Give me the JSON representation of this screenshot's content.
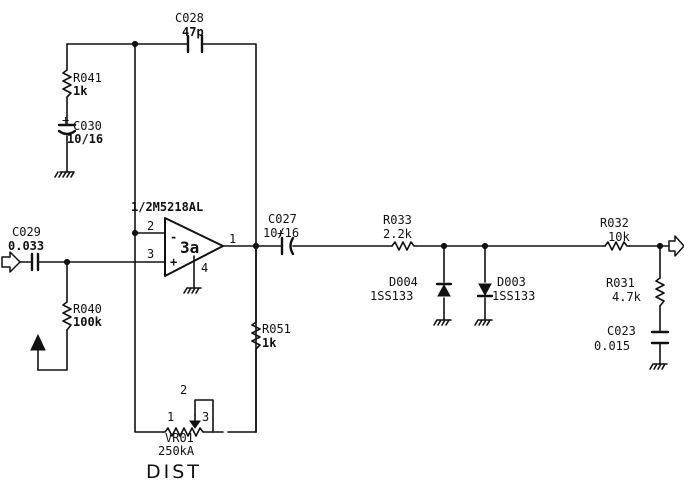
{
  "components": {
    "c028": {
      "ref": "C028",
      "value": "47p"
    },
    "r041": {
      "ref": "R041",
      "value": "1k"
    },
    "c030": {
      "ref": "C030",
      "value": "10/16"
    },
    "ic": {
      "part": "1/2M5218AL",
      "unit": "3a",
      "pin_inv": "2",
      "pin_noninv": "3",
      "pin_out": "1",
      "pin_gnd": "4",
      "minus": "-",
      "plus": "+"
    },
    "c029": {
      "ref": "C029",
      "value": "0.033"
    },
    "r040": {
      "ref": "R040",
      "value": "100k"
    },
    "c027": {
      "ref": "C027",
      "value": "10/16"
    },
    "r033": {
      "ref": "R033",
      "value": "2.2k"
    },
    "d004": {
      "ref": "D004",
      "value": "1SS133"
    },
    "d003": {
      "ref": "D003",
      "value": "1SS133"
    },
    "r032": {
      "ref": "R032",
      "value": "10k"
    },
    "r031": {
      "ref": "R031",
      "value": "4.7k"
    },
    "c023": {
      "ref": "C023",
      "value": "0.015"
    },
    "r051": {
      "ref": "R051",
      "value": "1k"
    },
    "vr01": {
      "ref": "VR01",
      "value": "250kA",
      "pin1": "1",
      "pin2": "2",
      "pin3": "3",
      "name": "DIST"
    }
  },
  "icons": [
    "input-arrow-icon",
    "output-arrow-icon",
    "ground-icon",
    "up-arrow-icon"
  ],
  "colors": {
    "ink": "#111111",
    "paper": "#ffffff"
  }
}
